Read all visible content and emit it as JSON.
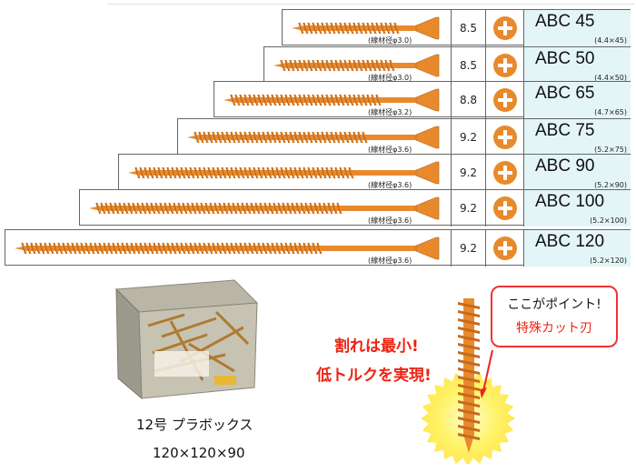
{
  "rows": [
    {
      "size": "8.5",
      "name": "ABC 45",
      "dims": "(4.4×45)",
      "wire": "(線材径φ3.0)"
    },
    {
      "size": "8.5",
      "name": "ABC 50",
      "dims": "(4.4×50)",
      "wire": "(線材径φ3.0)"
    },
    {
      "size": "8.8",
      "name": "ABC 65",
      "dims": "(4.7×65)",
      "wire": "(線材径φ3.2)"
    },
    {
      "size": "9.2",
      "name": "ABC 75",
      "dims": "(5.2×75)",
      "wire": "(線材径φ3.6)"
    },
    {
      "size": "9.2",
      "name": "ABC 90",
      "dims": "(5.2×90)",
      "wire": "(線材径φ3.6)"
    },
    {
      "size": "9.2",
      "name": "ABC 100",
      "dims": "(5.2×100)",
      "wire": "(線材径φ3.6)"
    },
    {
      "size": "9.2",
      "name": "ABC 120",
      "dims": "(5.2×120)",
      "wire": "(線材径φ3.6)"
    }
  ],
  "box": {
    "title": "12号 プラボックス",
    "size": "120×120×90"
  },
  "feature": {
    "line1": "割れは最小!",
    "line2": "低トルクを実現!"
  },
  "callout": {
    "line1": "ここがポイント!",
    "line2": "特殊カット刃"
  },
  "colors": {
    "screw": "#e88a2c",
    "name_bg": "#e4f5f7",
    "accent_red": "#e22222",
    "glow": "#fff36a"
  }
}
